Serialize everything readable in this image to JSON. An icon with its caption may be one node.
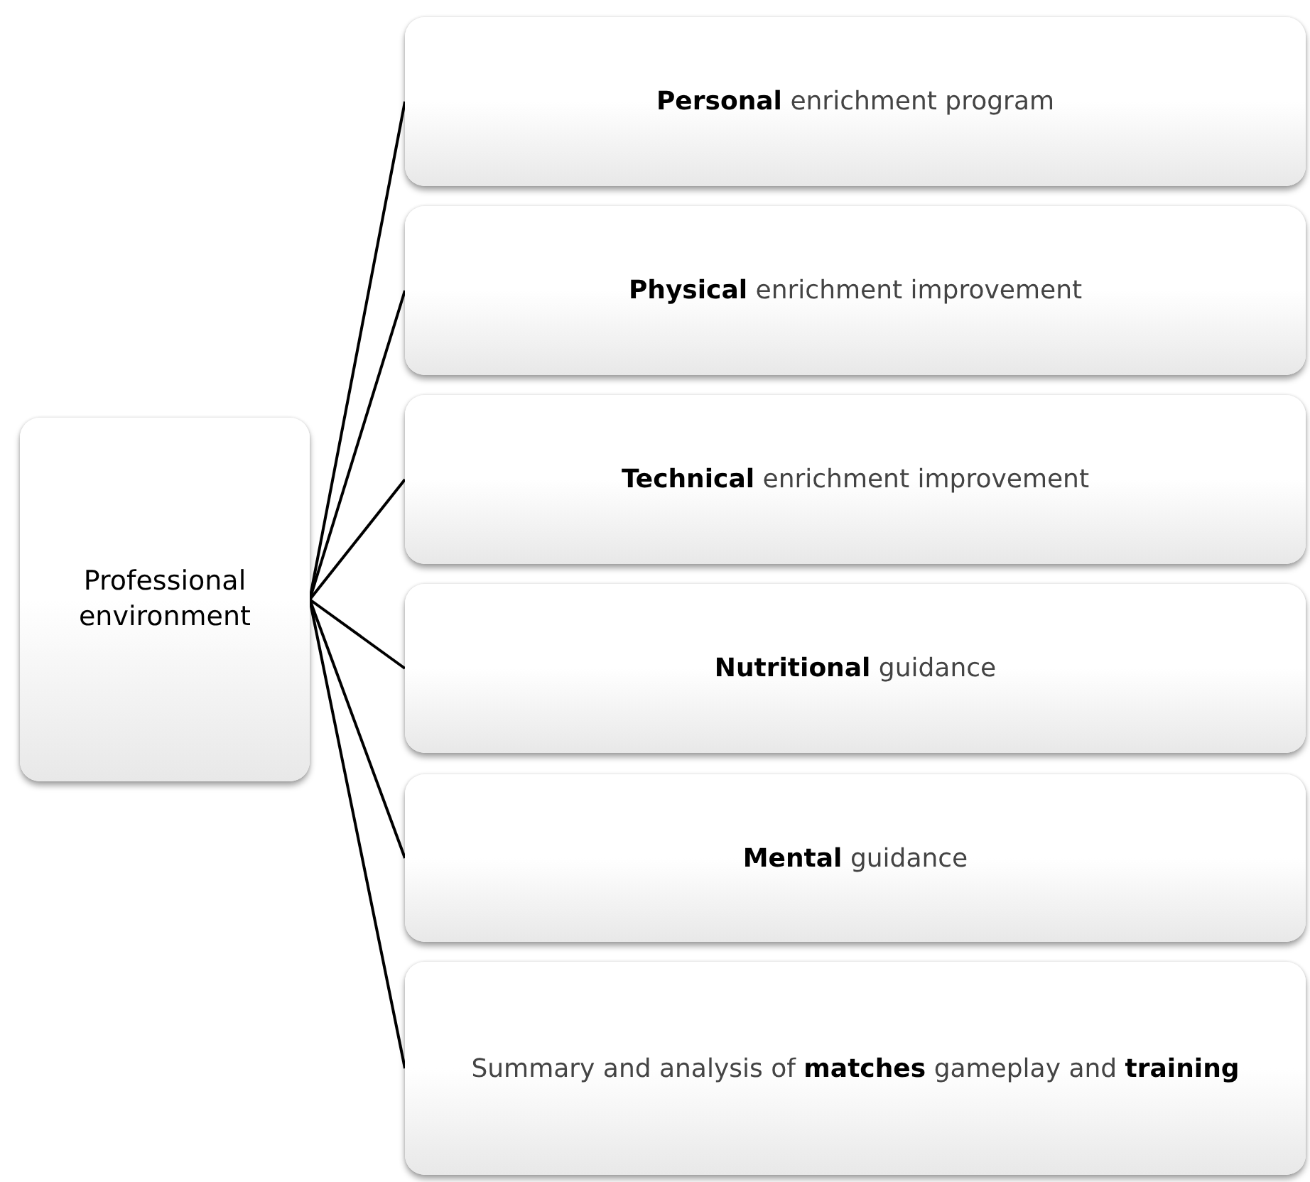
{
  "diagram": {
    "nodes": [
      {
        "text": [
          "Professional environment"
        ]
      },
      {
        "text": [
          "**Personal** enrichment program"
        ]
      },
      {
        "text": [
          "**Physical** enrichment improvement"
        ]
      },
      {
        "text": [
          "**Technical** enrichment improvement"
        ]
      },
      {
        "text": [
          "**Nutritional** guidance"
        ]
      },
      {
        "text": [
          "**Mental** guidance"
        ]
      },
      {
        "text": [
          "Summary and analysis of **matches** gameplay and **training**"
        ]
      }
    ],
    "edges": [
      {
        "from": 0,
        "to": 1,
        "arrow": "none"
      },
      {
        "from": 0,
        "to": 2,
        "arrow": "none"
      },
      {
        "from": 0,
        "to": 3,
        "arrow": "none"
      },
      {
        "from": 0,
        "to": 4,
        "arrow": "none"
      },
      {
        "from": 0,
        "to": 5,
        "arrow": "none"
      },
      {
        "from": 0,
        "to": 6,
        "arrow": "none"
      }
    ]
  }
}
